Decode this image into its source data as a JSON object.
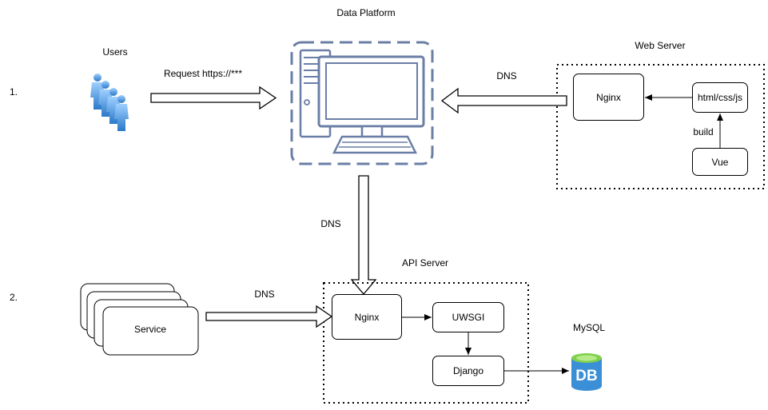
{
  "step_markers": [
    "1.",
    "2."
  ],
  "data_platform": {
    "title": "Data Platform",
    "icon": "desktop-computer-icon"
  },
  "users": {
    "label": "Users",
    "icon": "users-group-icon",
    "request_label": "Request https://***"
  },
  "web_server": {
    "title": "Web Server",
    "nginx": "Nginx",
    "static": "html/css/js",
    "vue": "Vue",
    "build_label": "build",
    "dns_label": "DNS"
  },
  "platform_to_api": {
    "dns_label": "DNS"
  },
  "service": {
    "label": "Service",
    "dns_label": "DNS"
  },
  "api_server": {
    "title": "API Server",
    "nginx": "Nginx",
    "uwsgi": "UWSGI",
    "django": "Django"
  },
  "database": {
    "label": "MySQL",
    "icon_text": "DB",
    "icon": "database-icon"
  },
  "colors": {
    "computer": "#6a7ea6",
    "users": "#3b8fd6",
    "db": "#3b8fd6",
    "db_top": "#7fd04a"
  }
}
